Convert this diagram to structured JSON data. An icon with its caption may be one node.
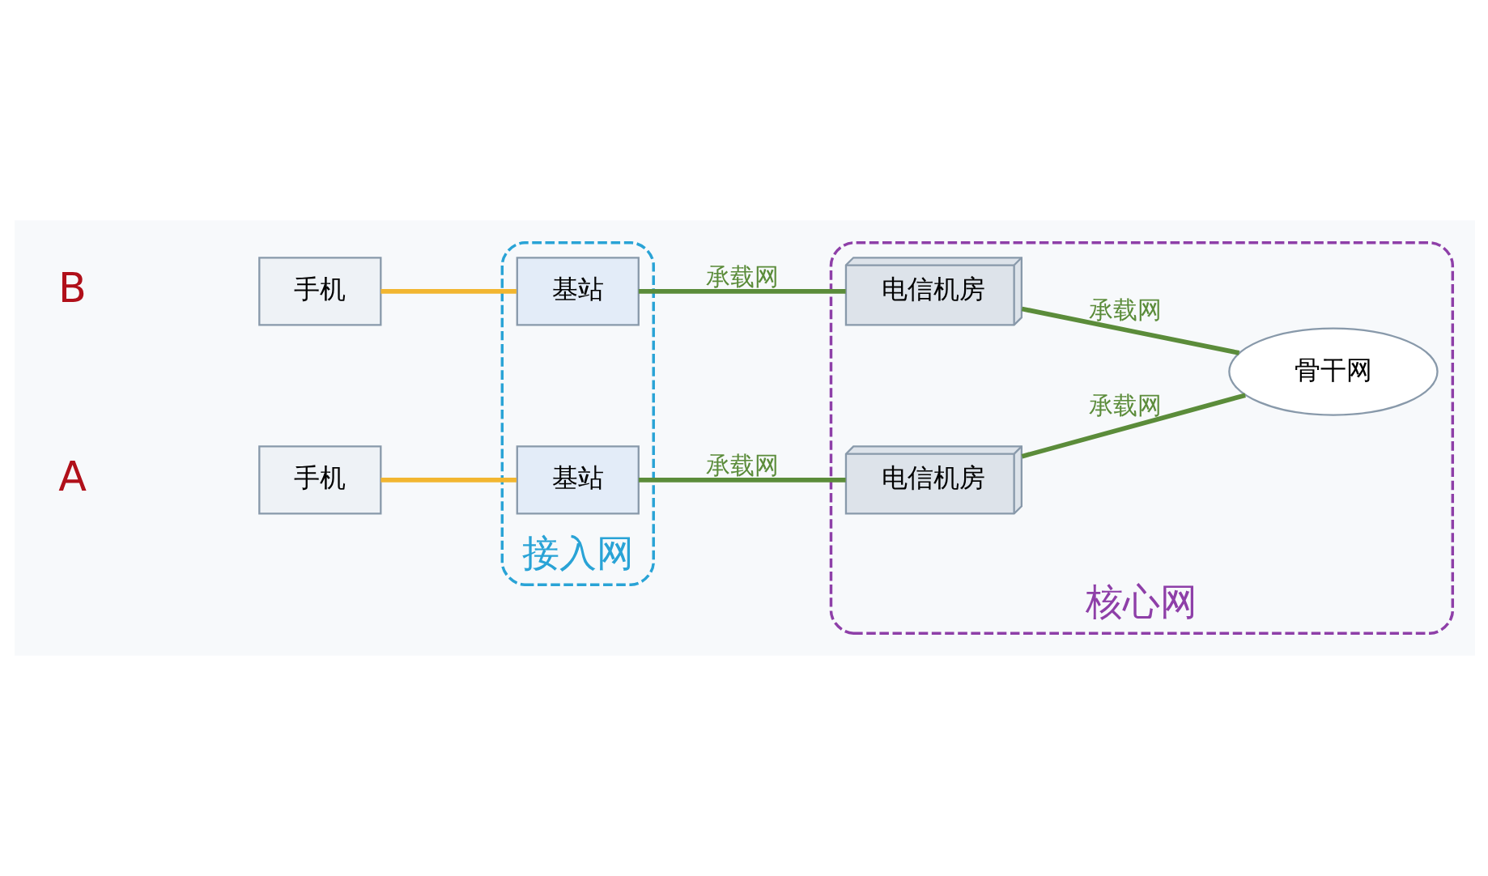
{
  "diagram": {
    "nodes": [
      {
        "text": [
          "手机"
        ]
      },
      {
        "text": [
          "接入网"
        ]
      },
      {
        "text": [
          "基站"
        ],
        "in": 1
      },
      {
        "text": [
          "基站"
        ],
        "in": 1
      },
      {
        "text": [
          "核心网"
        ]
      },
      {
        "text": [
          "电信机房"
        ],
        "in": 4
      },
      {
        "text": [
          "电信机房"
        ],
        "in": 4
      },
      {
        "text": [
          "骨干网"
        ],
        "in": 4
      },
      {
        "text": [
          "手机"
        ]
      }
    ],
    "edges": [
      {
        "from": 0,
        "to": 2,
        "arrow": "none",
        "color": "#f2b630"
      },
      {
        "from": 2,
        "to": 5,
        "arrow": "none",
        "label": "承载网"
      },
      {
        "from": 5,
        "to": 7,
        "arrow": "none",
        "label": "承载网"
      },
      {
        "from": 8,
        "to": 3,
        "arrow": "none",
        "color": "#f2b630"
      },
      {
        "from": 3,
        "to": 6,
        "arrow": "none",
        "label": "承载网"
      },
      {
        "from": 6,
        "to": 7,
        "arrow": "none",
        "label": "承载网"
      }
    ],
    "labels": [
      "A",
      "B"
    ]
  }
}
